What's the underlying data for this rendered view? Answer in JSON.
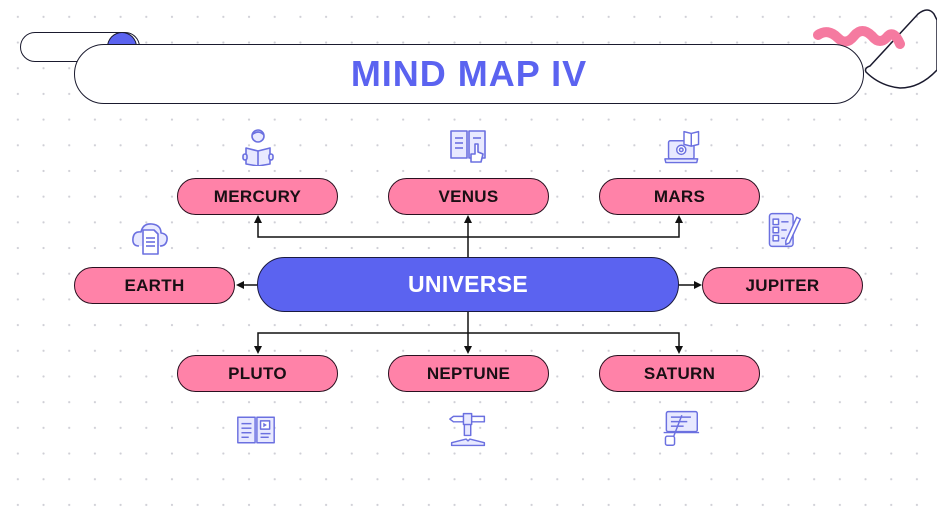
{
  "title": "MIND MAP IV",
  "center": {
    "label": "UNIVERSE"
  },
  "nodes": {
    "mercury": {
      "label": "MERCURY",
      "icon": "person-reading-icon"
    },
    "venus": {
      "label": "VENUS",
      "icon": "book-pointer-icon"
    },
    "mars": {
      "label": "MARS",
      "icon": "laptop-gear-book-icon"
    },
    "earth": {
      "label": "EARTH",
      "icon": "cloud-document-icon"
    },
    "jupiter": {
      "label": "JUPITER",
      "icon": "checklist-pencil-icon"
    },
    "pluto": {
      "label": "PLUTO",
      "icon": "ebook-video-icon"
    },
    "neptune": {
      "label": "NEPTUNE",
      "icon": "hand-pencil-book-icon"
    },
    "saturn": {
      "label": "SATURN",
      "icon": "whiteboard-pointer-icon"
    }
  },
  "colors": {
    "accent_blue": "#5b63f0",
    "node_pink": "#ff82a8",
    "outline": "#1a1a2e",
    "icon_stroke": "#6b70e0",
    "squiggle": "#f57aa0"
  }
}
